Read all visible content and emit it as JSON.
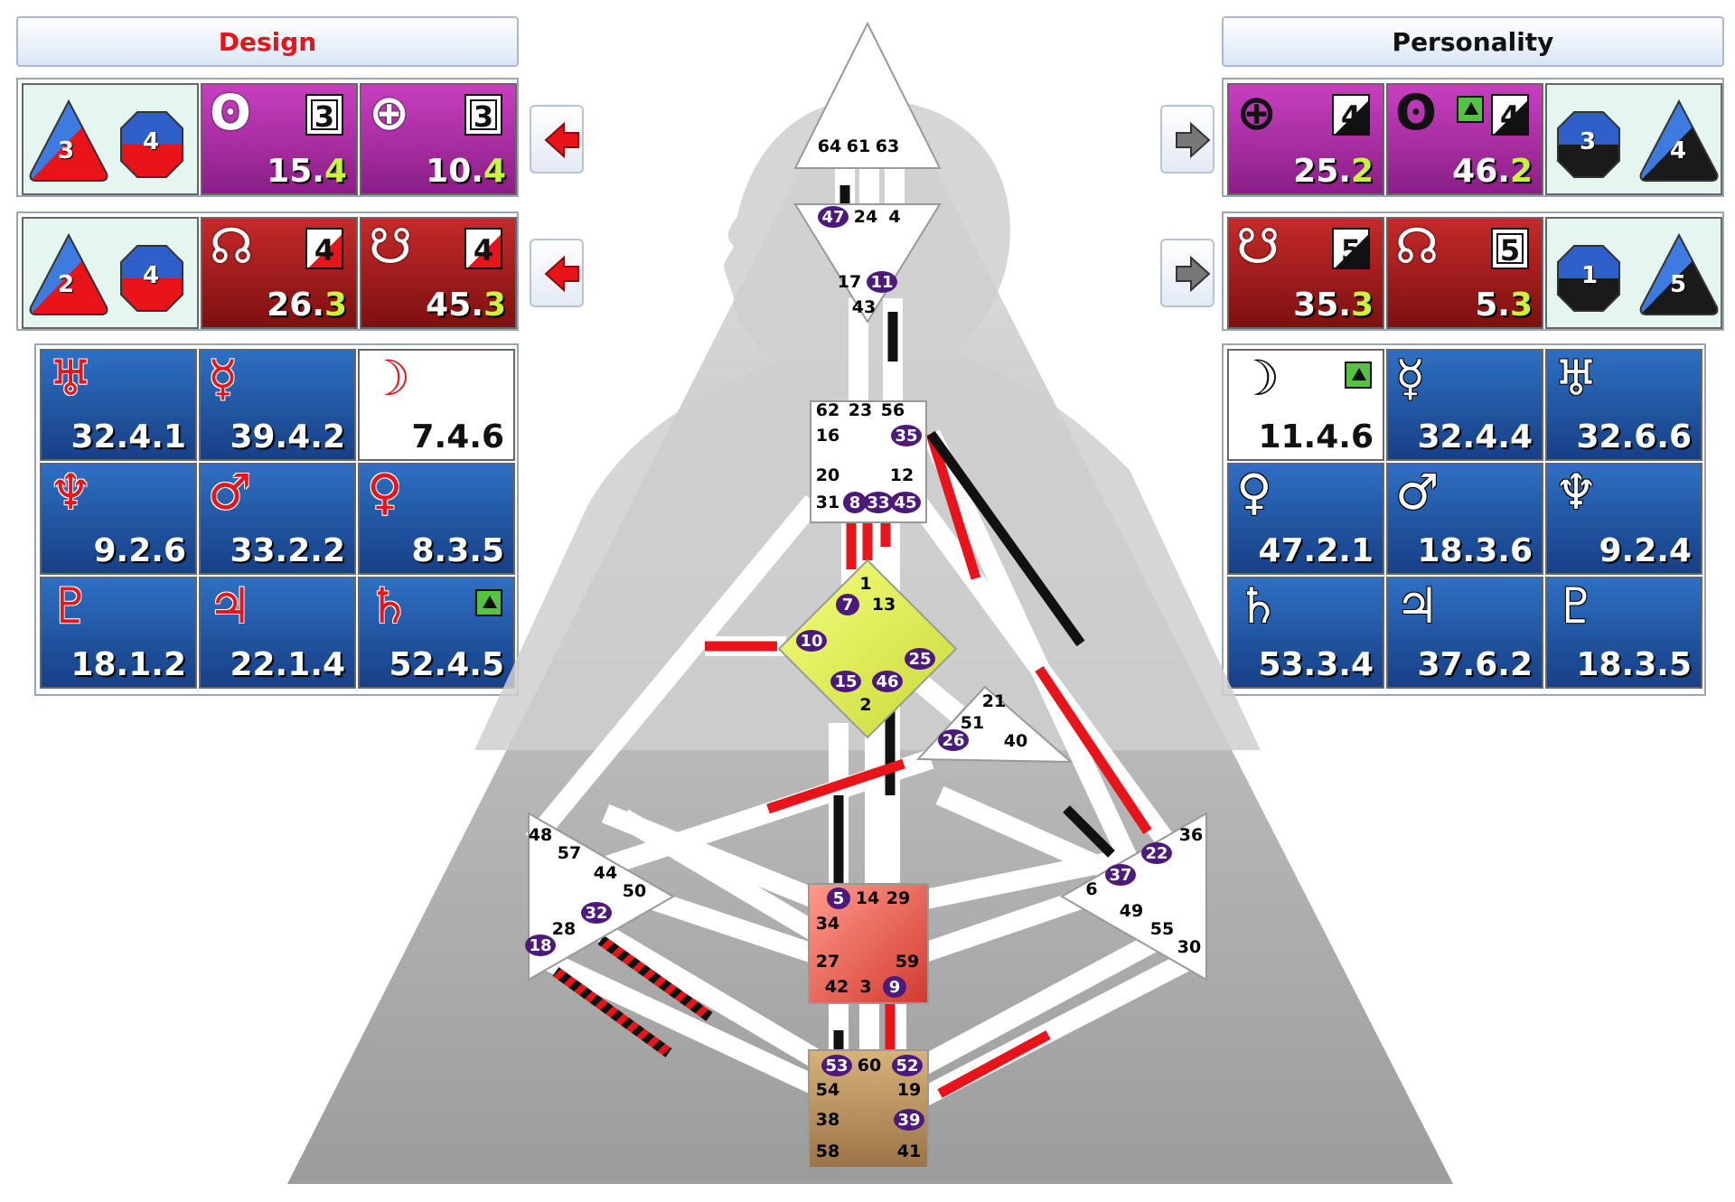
{
  "design": {
    "title": "Design",
    "rows": [
      {
        "cross_numbers": [
          "3",
          "4"
        ],
        "cells": [
          {
            "symbol": "sun-icon",
            "glyph": "ʘ",
            "gate": "15",
            "line": "4",
            "box": "3",
            "box_style": "framed",
            "color": "magenta"
          },
          {
            "symbol": "earth-icon",
            "glyph": "⊕",
            "gate": "10",
            "line": "4",
            "box": "3",
            "box_style": "framed",
            "color": "magenta"
          }
        ]
      },
      {
        "cross_numbers": [
          "2",
          "4"
        ],
        "cells": [
          {
            "symbol": "north-node-icon",
            "glyph": "☊",
            "gate": "26",
            "line": "3",
            "box": "4",
            "box_style": "corner",
            "color": "crimson"
          },
          {
            "symbol": "south-node-icon",
            "glyph": "☋",
            "gate": "45",
            "line": "3",
            "box": "4",
            "box_style": "corner",
            "color": "crimson"
          }
        ]
      }
    ],
    "planets": [
      {
        "symbol": "uranus-icon",
        "glyph": "♅",
        "value": "32.4.1",
        "color": "blue"
      },
      {
        "symbol": "mercury-icon",
        "glyph": "☿",
        "value": "39.4.2",
        "color": "blue"
      },
      {
        "symbol": "moon-icon",
        "glyph": "☽",
        "value": "7.4.6",
        "color": "white"
      },
      {
        "symbol": "neptune-icon",
        "glyph": "♆",
        "value": "9.2.6",
        "color": "blue"
      },
      {
        "symbol": "mars-icon",
        "glyph": "♂",
        "value": "33.2.2",
        "color": "blue"
      },
      {
        "symbol": "venus-icon",
        "glyph": "♀",
        "value": "8.3.5",
        "color": "blue"
      },
      {
        "symbol": "pluto-icon",
        "glyph": "♇",
        "value": "18.1.2",
        "color": "blue"
      },
      {
        "symbol": "jupiter-icon",
        "glyph": "♃",
        "value": "22.1.4",
        "color": "blue"
      },
      {
        "symbol": "saturn-icon",
        "glyph": "♄",
        "value": "52.4.5",
        "color": "blue",
        "exalted": true
      }
    ]
  },
  "personality": {
    "title": "Personality",
    "rows": [
      {
        "cross_numbers": [
          "3",
          "4"
        ],
        "cells": [
          {
            "symbol": "earth-icon",
            "glyph": "⊕",
            "gate": "25",
            "line": "2",
            "box": "4",
            "box_style": "corner",
            "color": "magenta"
          },
          {
            "symbol": "sun-icon",
            "glyph": "ʘ",
            "gate": "46",
            "line": "2",
            "box": "4",
            "box_style": "corner",
            "color": "magenta",
            "exalted": true
          }
        ]
      },
      {
        "cross_numbers": [
          "1",
          "5"
        ],
        "cells": [
          {
            "symbol": "south-node-icon",
            "glyph": "☋",
            "gate": "35",
            "line": "3",
            "box": "5",
            "box_style": "corner",
            "color": "crimson"
          },
          {
            "symbol": "north-node-icon",
            "glyph": "☊",
            "gate": "5",
            "line": "3",
            "box": "5",
            "box_style": "framed",
            "color": "crimson"
          }
        ]
      }
    ],
    "planets": [
      {
        "symbol": "moon-icon",
        "glyph": "☽",
        "value": "11.4.6",
        "color": "white",
        "exalted": true
      },
      {
        "symbol": "mercury-icon",
        "glyph": "☿",
        "value": "32.4.4",
        "color": "blue"
      },
      {
        "symbol": "uranus-icon",
        "glyph": "♅",
        "value": "32.6.6",
        "color": "blue"
      },
      {
        "symbol": "venus-icon",
        "glyph": "♀",
        "value": "47.2.1",
        "color": "blue"
      },
      {
        "symbol": "mars-icon",
        "glyph": "♂",
        "value": "18.3.6",
        "color": "blue"
      },
      {
        "symbol": "neptune-icon",
        "glyph": "♆",
        "value": "9.2.4",
        "color": "blue"
      },
      {
        "symbol": "saturn-icon",
        "glyph": "♄",
        "value": "53.3.4",
        "color": "blue"
      },
      {
        "symbol": "jupiter-icon",
        "glyph": "♃",
        "value": "37.6.2",
        "color": "blue"
      },
      {
        "symbol": "pluto-icon",
        "glyph": "♇",
        "value": "18.3.5",
        "color": "blue"
      }
    ]
  },
  "bodygraph": {
    "gates": [
      {
        "n": "64",
        "active": false
      },
      {
        "n": "61",
        "active": false
      },
      {
        "n": "63",
        "active": false
      },
      {
        "n": "47",
        "active": true
      },
      {
        "n": "24",
        "active": false
      },
      {
        "n": "4",
        "active": false
      },
      {
        "n": "17",
        "active": false
      },
      {
        "n": "11",
        "active": true
      },
      {
        "n": "43",
        "active": false
      },
      {
        "n": "62",
        "active": false
      },
      {
        "n": "23",
        "active": false
      },
      {
        "n": "56",
        "active": false
      },
      {
        "n": "16",
        "active": false
      },
      {
        "n": "35",
        "active": true
      },
      {
        "n": "20",
        "active": false
      },
      {
        "n": "12",
        "active": false
      },
      {
        "n": "31",
        "active": false
      },
      {
        "n": "8",
        "active": true
      },
      {
        "n": "33",
        "active": true
      },
      {
        "n": "45",
        "active": true
      },
      {
        "n": "1",
        "active": false
      },
      {
        "n": "7",
        "active": true
      },
      {
        "n": "13",
        "active": false
      },
      {
        "n": "10",
        "active": true
      },
      {
        "n": "25",
        "active": true
      },
      {
        "n": "15",
        "active": true
      },
      {
        "n": "46",
        "active": true
      },
      {
        "n": "2",
        "active": false
      },
      {
        "n": "21",
        "active": false
      },
      {
        "n": "51",
        "active": false
      },
      {
        "n": "26",
        "active": true
      },
      {
        "n": "40",
        "active": false
      },
      {
        "n": "48",
        "active": false
      },
      {
        "n": "57",
        "active": false
      },
      {
        "n": "44",
        "active": false
      },
      {
        "n": "50",
        "active": false
      },
      {
        "n": "32",
        "active": true
      },
      {
        "n": "28",
        "active": false
      },
      {
        "n": "18",
        "active": true
      },
      {
        "n": "36",
        "active": false
      },
      {
        "n": "22",
        "active": true
      },
      {
        "n": "37",
        "active": true
      },
      {
        "n": "6",
        "active": false
      },
      {
        "n": "49",
        "active": false
      },
      {
        "n": "55",
        "active": false
      },
      {
        "n": "30",
        "active": false
      },
      {
        "n": "5",
        "active": true
      },
      {
        "n": "14",
        "active": false
      },
      {
        "n": "29",
        "active": false
      },
      {
        "n": "34",
        "active": false
      },
      {
        "n": "27",
        "active": false
      },
      {
        "n": "59",
        "active": false
      },
      {
        "n": "42",
        "active": false
      },
      {
        "n": "3",
        "active": false
      },
      {
        "n": "9",
        "active": true
      },
      {
        "n": "53",
        "active": true
      },
      {
        "n": "60",
        "active": false
      },
      {
        "n": "52",
        "active": true
      },
      {
        "n": "54",
        "active": false
      },
      {
        "n": "19",
        "active": false
      },
      {
        "n": "38",
        "active": false
      },
      {
        "n": "39",
        "active": true
      },
      {
        "n": "58",
        "active": false
      },
      {
        "n": "41",
        "active": false
      }
    ]
  },
  "colors": {
    "design_red": "#e8141a",
    "personality_black": "#111111",
    "active_gate": "#4b1a7a",
    "spleen_center": "#ffffff",
    "g_center": "#e6f24a",
    "sacral_center": "#e2554a",
    "root_center": "#b88e58"
  }
}
